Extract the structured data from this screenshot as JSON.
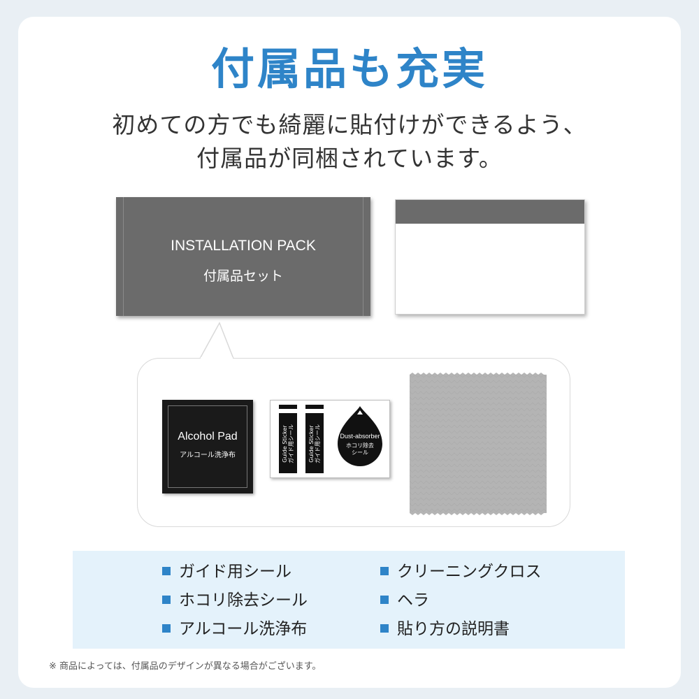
{
  "title": "付属品も充実",
  "subtitle": {
    "line1": "初めての方でも綺麗に貼付けができるよう、",
    "line2": "付属品が同梱されています。"
  },
  "pack": {
    "title": "INSTALLATION PACK",
    "subtitle": "付属品セット"
  },
  "alcohol_pad": {
    "title": "Alcohol Pad",
    "subtitle": "アルコール洗浄布"
  },
  "guide_sticker": {
    "title": "Guide Sticker",
    "subtitle": "ガイド用シール"
  },
  "dust_absorber": {
    "title": "Dust-absorber",
    "subtitle_line1": "ホコリ除去",
    "subtitle_line2": "シール"
  },
  "items": {
    "left": [
      "ガイド用シール",
      "ホコリ除去シール",
      "アルコール洗浄布"
    ],
    "right": [
      "クリーニングクロス",
      "ヘラ",
      "貼り方の説明書"
    ]
  },
  "note": "※ 商品によっては、付属品のデザインが異なる場合がございます。",
  "colors": {
    "accent": "#2e84c8",
    "pack_gray": "#6b6b6b",
    "list_bg": "#e4f2fb",
    "cloth": "#b4b4b4"
  }
}
